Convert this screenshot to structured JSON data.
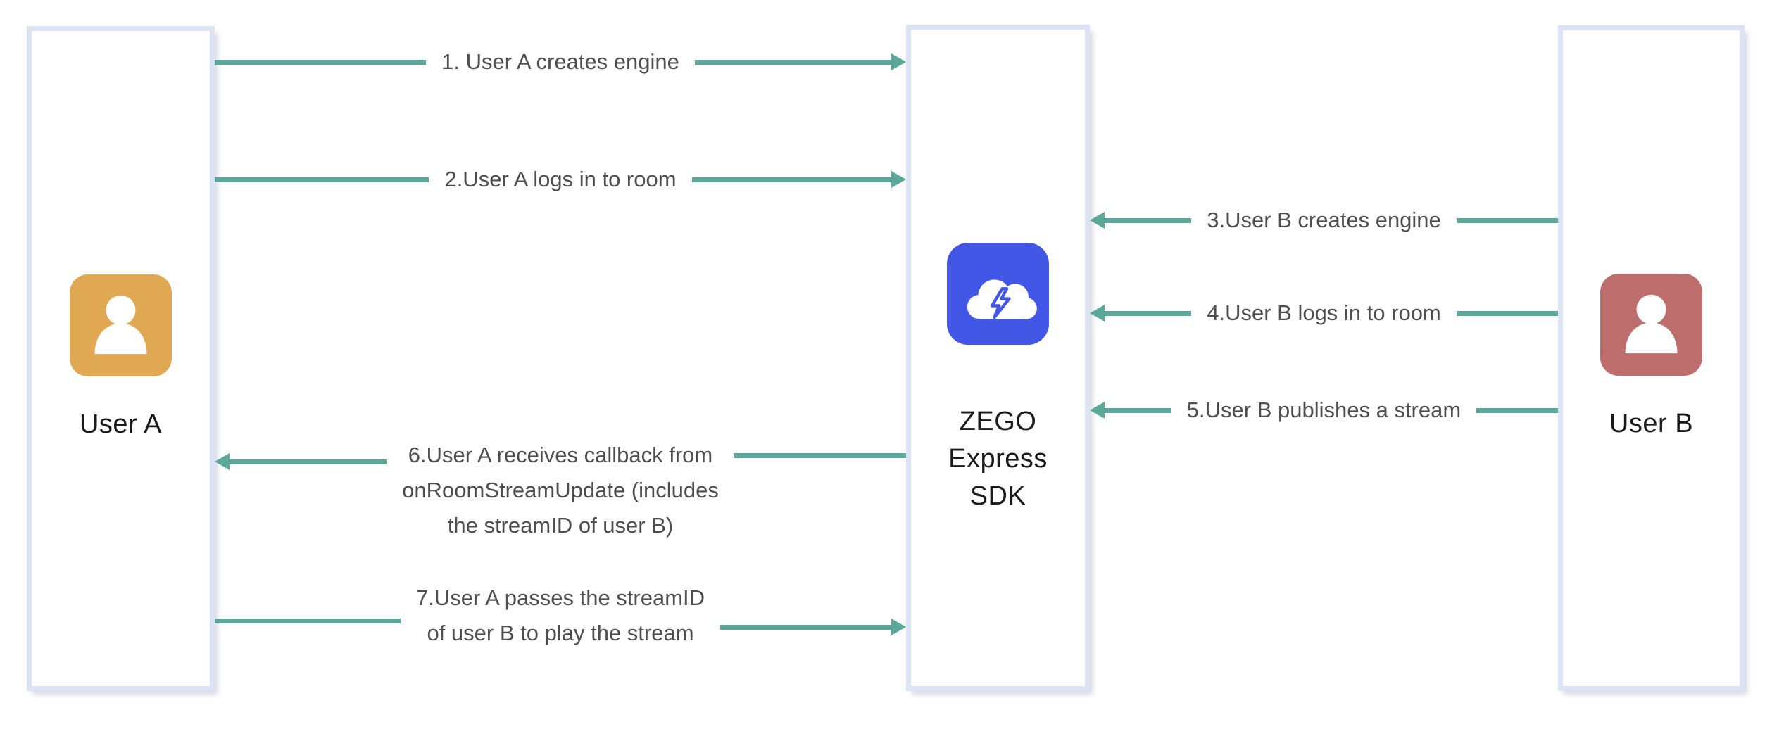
{
  "diagram_title": "ZEGO Express SDK stream publish/play flow",
  "colors": {
    "arrow": "#5BA79A",
    "box_border": "#DCE3F4",
    "box_fill": "#FFFFFF",
    "label_text": "#4E4E4E",
    "name_text": "#1A1A1A",
    "avatar_user_a": "#E1A854",
    "avatar_user_b": "#BD6D6C",
    "sdk_icon_blue": "#4257E6"
  },
  "actors": [
    {
      "id": "user-a",
      "name": "User A",
      "icon": "person-icon",
      "icon_color": "#E1A854"
    },
    {
      "id": "sdk",
      "name": "ZEGO Express SDK",
      "name_lines": [
        "ZEGO",
        "Express",
        "SDK"
      ],
      "icon": "cloud-lightning-icon",
      "icon_color": "#4257E6"
    },
    {
      "id": "user-b",
      "name": "User B",
      "icon": "person-icon",
      "icon_color": "#BD6D6C"
    }
  ],
  "messages": [
    {
      "step": 1,
      "label": "1. User A creates engine",
      "from": "User A",
      "to": "ZEGO Express SDK",
      "direction": "right"
    },
    {
      "step": 2,
      "label": "2.User A logs in to room",
      "from": "User A",
      "to": "ZEGO Express SDK",
      "direction": "right"
    },
    {
      "step": 3,
      "label": "3.User B creates engine",
      "from": "User B",
      "to": "ZEGO Express SDK",
      "direction": "left"
    },
    {
      "step": 4,
      "label": "4.User B logs in to room",
      "from": "User B",
      "to": "ZEGO Express SDK",
      "direction": "left"
    },
    {
      "step": 5,
      "label": "5.User B publishes a stream",
      "from": "User B",
      "to": "ZEGO Express SDK",
      "direction": "left"
    },
    {
      "step": 6,
      "label": "6.User A receives callback from onRoomStreamUpdate (includes the streamID of user B)",
      "lines": [
        "6.User A receives callback from",
        "onRoomStreamUpdate (includes",
        "the streamID of user B)"
      ],
      "from": "ZEGO Express SDK",
      "to": "User A",
      "direction": "left"
    },
    {
      "step": 7,
      "label": "7.User A passes the streamID of user B to play the stream",
      "lines": [
        "7.User A passes the streamID",
        "of user B to play the stream"
      ],
      "from": "User A",
      "to": "ZEGO Express SDK",
      "direction": "right"
    }
  ]
}
